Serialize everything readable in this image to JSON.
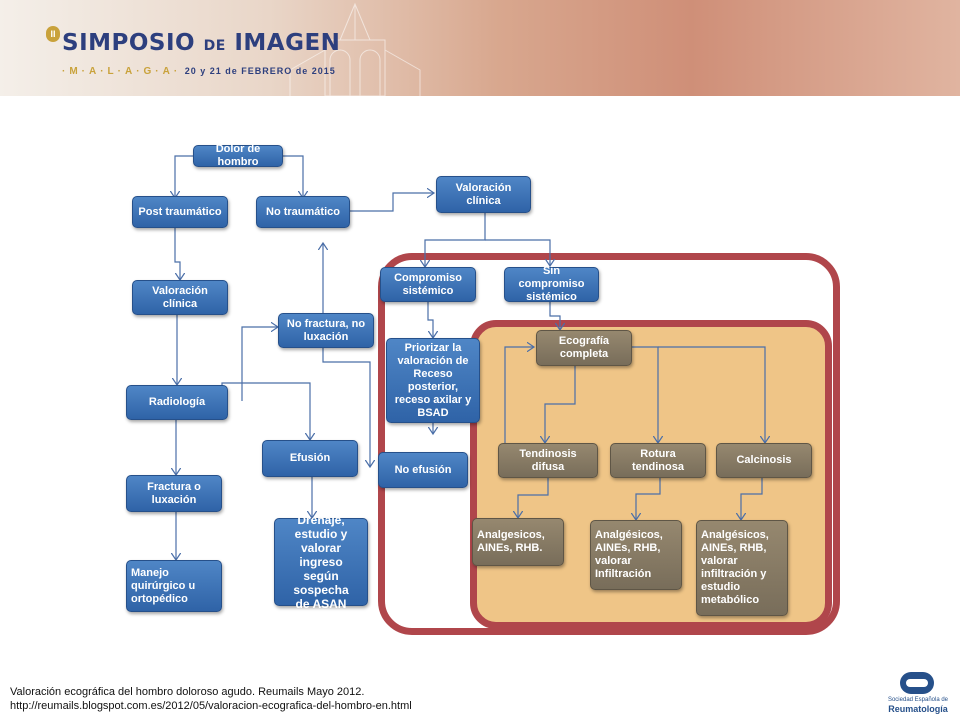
{
  "banner": {
    "edition_number": "II",
    "title_a": "SIMPOSIO",
    "title_b": "DE",
    "title_c": "IMAGEN",
    "city": "·M·A·L·A·G·A·",
    "dates": "20 y 21 de FEBRERO de 2015"
  },
  "flowchart": {
    "dolor_hombro": "Dolor de hombro",
    "post_traumatico": "Post traumático",
    "no_traumatico": "No traumático",
    "valoracion_clinica_top": "Valoración\nclínica",
    "valoracion_clinica_left": "Valoración\nclínica",
    "compromiso_sistemico": "Compromiso\nsistémico",
    "sin_compromiso": "Sin compromiso\nsistémico",
    "no_fractura": "No fractura, no\nluxación",
    "priorizar": "Priorizar la\nvaloración de\nReceso\nposterior,\nreceso axilar y\nBSAD",
    "radiologia": "Radiología",
    "efusion": "Efusión",
    "no_efusion": "No efusión",
    "fractura_luxacion": "Fractura o\nluxación",
    "manejo": "Manejo\nquirúrgico u\nortopédico",
    "drenaje": "Drenaje,\nestudio y\nvalorar ingreso\nsegún sospecha\nde ASAN",
    "ecografia": "Ecografía\ncompleta",
    "tendinosis": "Tendinosis\ndifusa",
    "rotura": "Rotura tendinosa",
    "calcinosis": "Calcinosis",
    "tx_tendinosis": "Analgesicos,\nAINEs, RHB.",
    "tx_rotura": "Analgésicos,\nAINEs, RHB,\nvalorar\nInfiltración",
    "tx_calcinosis": "Analgésicos,\nAINEs, RHB,\nvalorar\ninfiltración y\nestudio\nmetabólico"
  },
  "caption": {
    "line1": "Valoración ecográfica del hombro doloroso agudo. Reumails Mayo 2012.",
    "line2": "http://reumails.blogspot.com.es/2012/05/valoracion-ecografica-del-hombro-en.html"
  },
  "footer_logo": {
    "line1": "Sociedad Española de",
    "line2": "Reumatología"
  },
  "colors": {
    "node_blue": "#3a70b5",
    "highlight_red": "#b0464b",
    "highlight_fill": "#efc587",
    "title_blue": "#2d3f7e",
    "gold": "#c9a23b"
  }
}
